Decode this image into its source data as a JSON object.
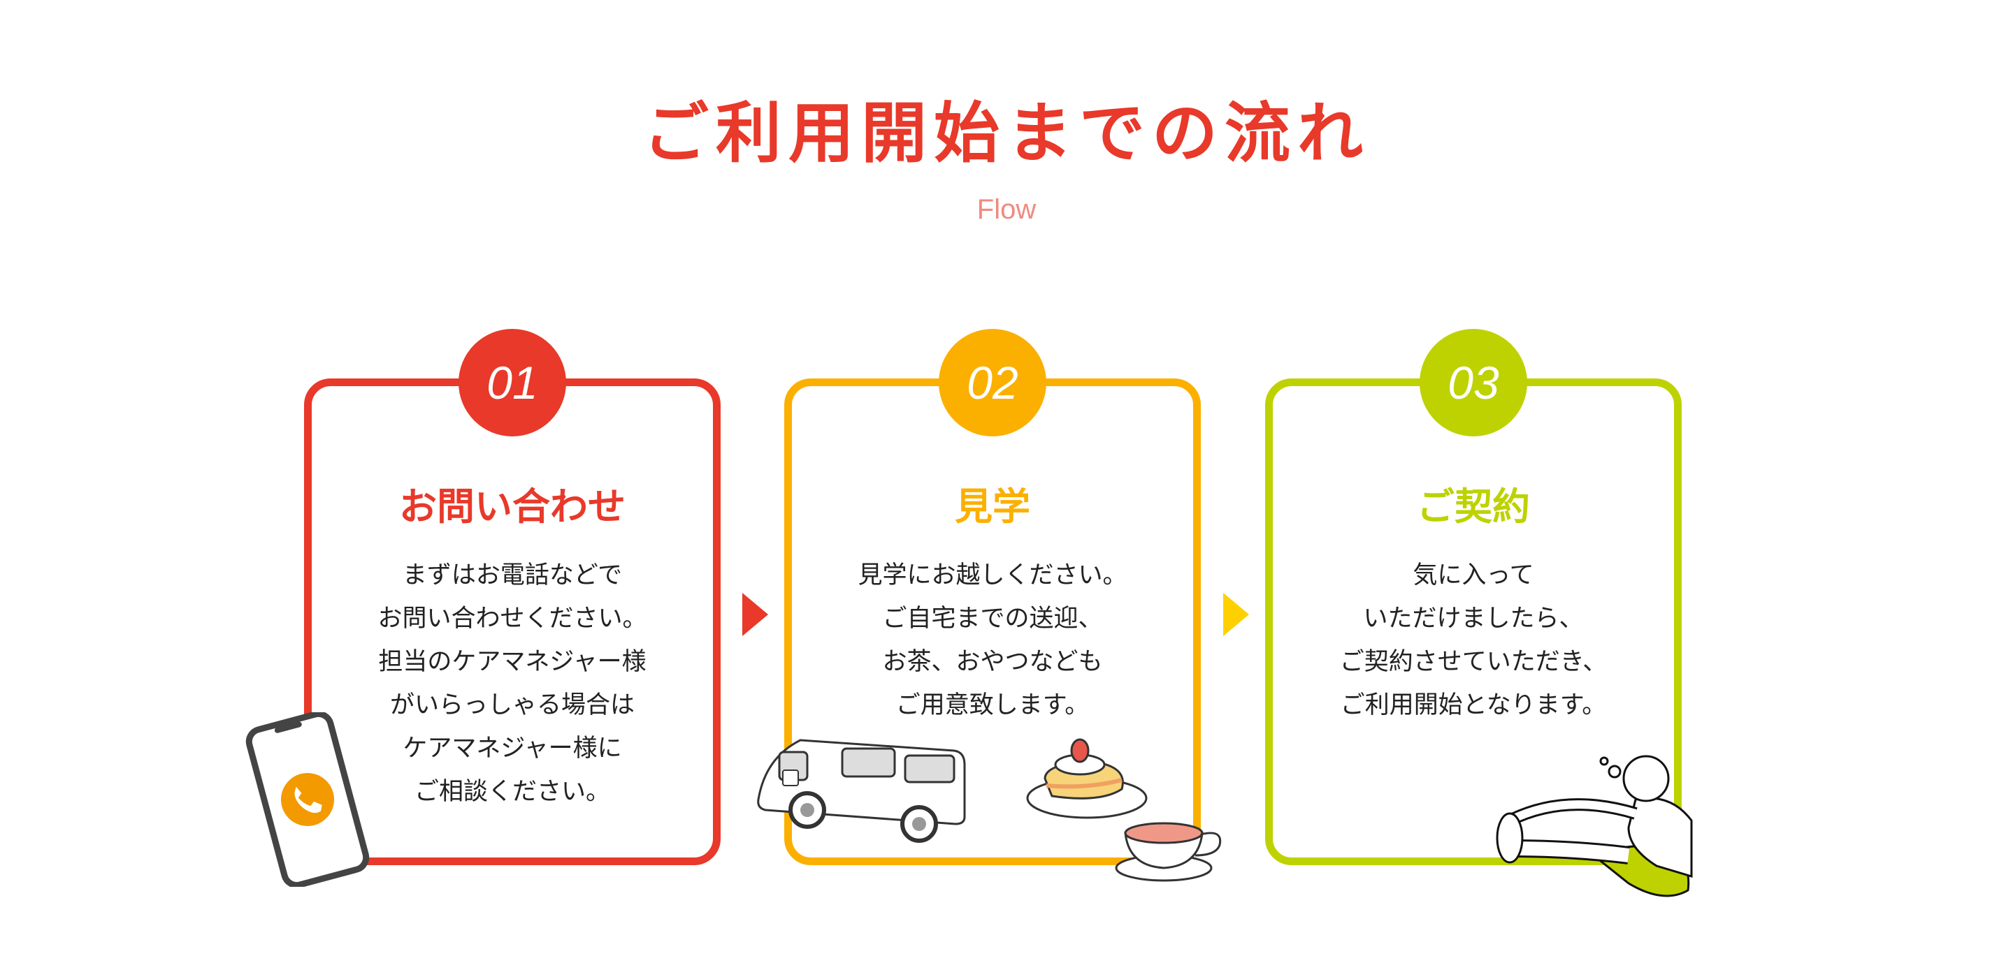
{
  "header": {
    "title": "ご利用開始までの流れ",
    "subtitle": "Flow"
  },
  "steps": [
    {
      "number": "01",
      "title": "お問い合わせ",
      "lines": [
        "まずはお電話などで",
        "お問い合わせください。",
        "担当のケアマネジャー様",
        "がいらっしゃる場合は",
        "ケアマネジャー様に",
        "ご相談ください。"
      ]
    },
    {
      "number": "02",
      "title": "見学",
      "lines": [
        "見学にお越しください。",
        "ご自宅までの送迎、",
        "お茶、おやつなども",
        "ご用意致します。"
      ]
    },
    {
      "number": "03",
      "title": "ご契約",
      "lines": [
        "気に入って",
        "いただけましたら、",
        "ご契約させていただき、",
        "ご利用開始となります。"
      ]
    }
  ],
  "colors": {
    "step1": "#e8392a",
    "step2": "#fbb000",
    "step3": "#bdd200"
  }
}
